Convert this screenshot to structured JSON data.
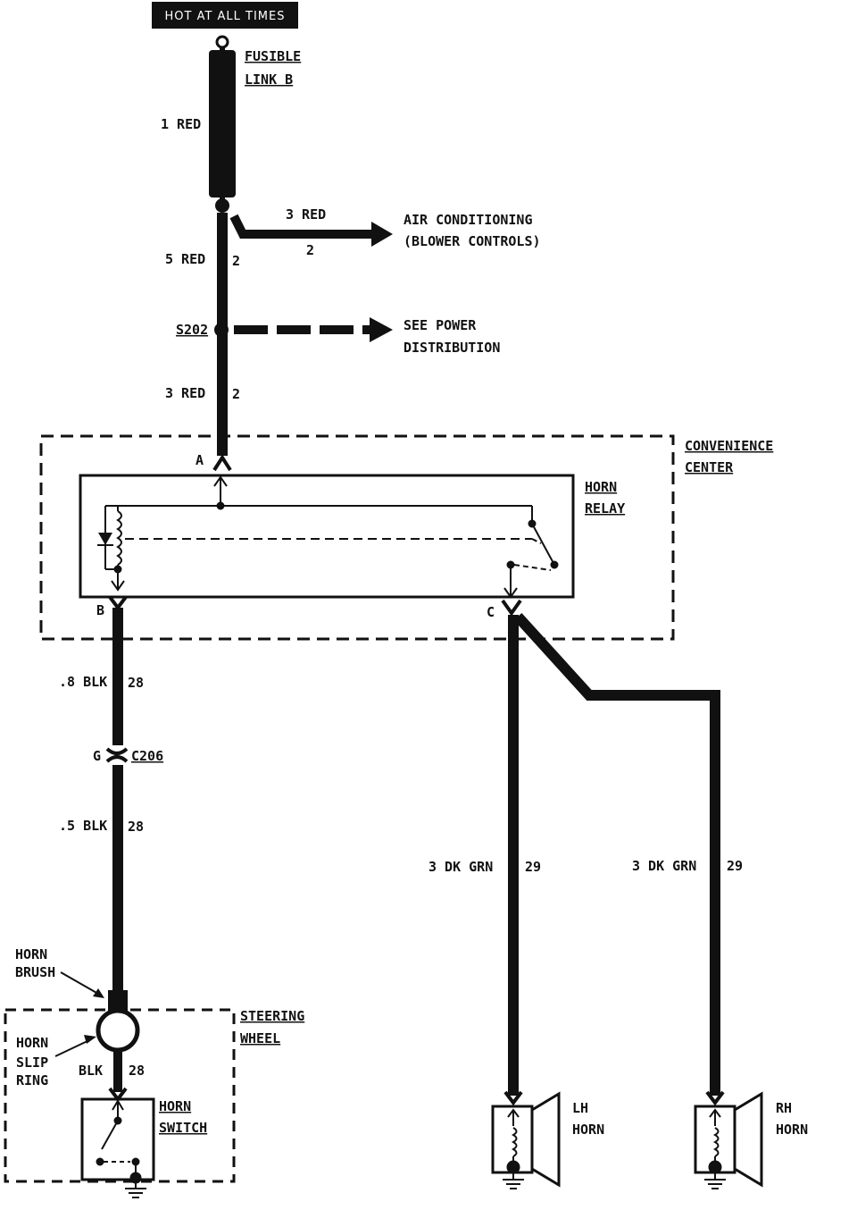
{
  "header": {
    "text": "HOT AT ALL TIMES"
  },
  "fusible_link": {
    "line1": "FUSIBLE",
    "line2": "LINK B",
    "wire": "1 RED"
  },
  "ac_branch": {
    "wire": "3 RED",
    "circuit": "2",
    "line1": "AIR CONDITIONING",
    "line2": "(BLOWER CONTROLS)"
  },
  "main_wire_upper": {
    "wire": "5 RED",
    "circuit": "2"
  },
  "splice": {
    "id": "S202",
    "line1": "SEE POWER",
    "line2": "DISTRIBUTION"
  },
  "main_wire_lower": {
    "wire": "3 RED",
    "circuit": "2"
  },
  "convenience_center": {
    "line1": "CONVENIENCE",
    "line2": "CENTER"
  },
  "horn_relay": {
    "line1": "HORN",
    "line2": "RELAY",
    "pin_a": "A",
    "pin_b": "B",
    "pin_c": "C"
  },
  "blk_upper": {
    "wire": ".8 BLK",
    "circuit": "28"
  },
  "connector": {
    "pin": "G",
    "id": "C206"
  },
  "blk_lower": {
    "wire": ".5 BLK",
    "circuit": "28"
  },
  "lh_wire": {
    "wire": "3 DK GRN",
    "circuit": "29"
  },
  "rh_wire": {
    "wire": "3 DK GRN",
    "circuit": "29"
  },
  "horn_brush": {
    "line1": "HORN",
    "line2": "BRUSH"
  },
  "slip_ring": {
    "line1": "HORN",
    "line2": "SLIP",
    "line3": "RING"
  },
  "steering_wheel": {
    "line1": "STEERING",
    "line2": "WHEEL"
  },
  "steering_wire": {
    "wire": "BLK",
    "circuit": "28"
  },
  "horn_switch": {
    "line1": "HORN",
    "line2": "SWITCH"
  },
  "lh_horn": {
    "line1": "LH",
    "line2": "HORN"
  },
  "rh_horn": {
    "line1": "RH",
    "line2": "HORN"
  }
}
